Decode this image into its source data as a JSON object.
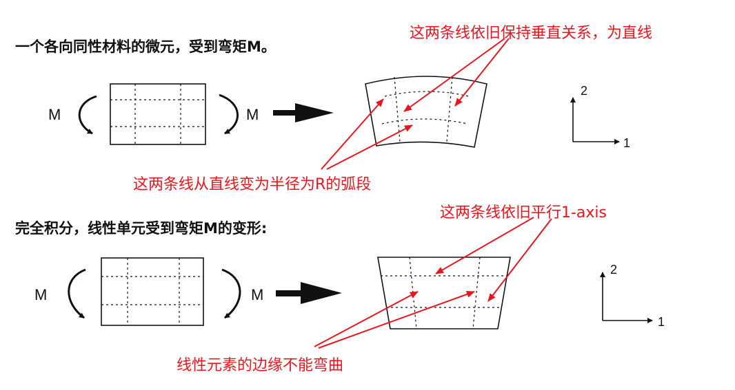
{
  "headings": {
    "isotropic": "一个各向同性材料的微元，受到弯矩M。",
    "linear": "完全积分，线性单元受到弯矩M的变形:"
  },
  "notes": {
    "vertical_lines": "这两条线依旧保持垂直关系，为直线",
    "arc_lines": "这两条线从直线变为半径为R的弧段",
    "parallel_lines": "这两条线依旧平行1-axis",
    "edges_no_bend": "线性元素的边缘不能弯曲"
  },
  "labels": {
    "moment": "M",
    "axis_1": "1",
    "axis_2": "2"
  },
  "colors": {
    "annotation": "#e8141e",
    "drawing": "#111111"
  }
}
